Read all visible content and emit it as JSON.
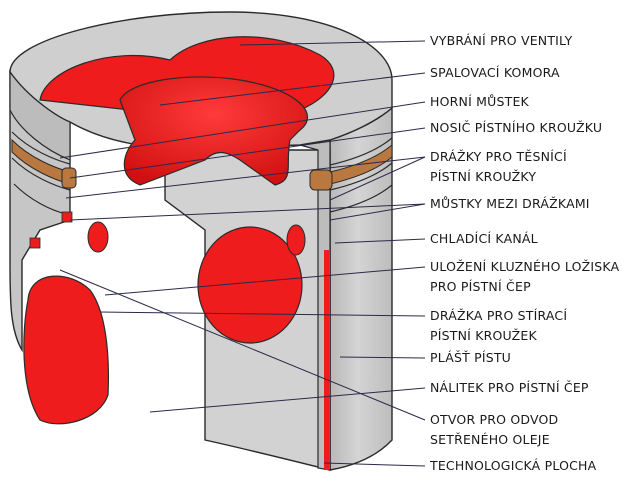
{
  "labels": [
    {
      "id": "vybrani",
      "lines": [
        "VYBRÁNÍ PRO VENTILY"
      ]
    },
    {
      "id": "spalovaci",
      "lines": [
        "SPALOVACÍ KOMORA"
      ]
    },
    {
      "id": "horni-mustek",
      "lines": [
        "HORNÍ MŮSTEK"
      ]
    },
    {
      "id": "nosic",
      "lines": [
        "NOSIČ PÍSTNÍHO KROUŽKU"
      ]
    },
    {
      "id": "drazky-tesnici",
      "lines": [
        "DRÁŽKY PRO TĚSNÍCÍ",
        "PÍSTNÍ KROUŽKY"
      ]
    },
    {
      "id": "mustky",
      "lines": [
        "MŮSTKY MEZI DRÁŽKAMI"
      ]
    },
    {
      "id": "chladici",
      "lines": [
        "CHLADÍCÍ KANÁL"
      ]
    },
    {
      "id": "ulozeni",
      "lines": [
        "ULOŽENÍ KLUZNÉHO LOŽISKA",
        "PRO PÍSTNÍ ČEP"
      ]
    },
    {
      "id": "drazka-stiraci",
      "lines": [
        "DRÁŽKA PRO STÍRACÍ",
        "PÍSTNÍ KROUŽEK"
      ]
    },
    {
      "id": "plast",
      "lines": [
        "PLÁŠŤ PÍSTU"
      ]
    },
    {
      "id": "nalitek",
      "lines": [
        "NÁLITEK PRO PÍSTNÍ ČEP"
      ]
    },
    {
      "id": "otvor",
      "lines": [
        "OTVOR PRO ODVOD",
        "SETŘENÉHO OLEJE"
      ]
    },
    {
      "id": "technologicka",
      "lines": [
        "TECHNOLOGICKÁ PLOCHA"
      ]
    }
  ],
  "colors": {
    "metal": "#c8c8c8",
    "metal_dark": "#a9a9a9",
    "metal_light": "#dedede",
    "cut_face": "#bdbdbd",
    "red": "#ee1c1c",
    "red_dark": "#b80d0d",
    "ring_carrier": "#b8783f",
    "outline": "#2a2a2a",
    "leader": "#2a2a4a"
  }
}
